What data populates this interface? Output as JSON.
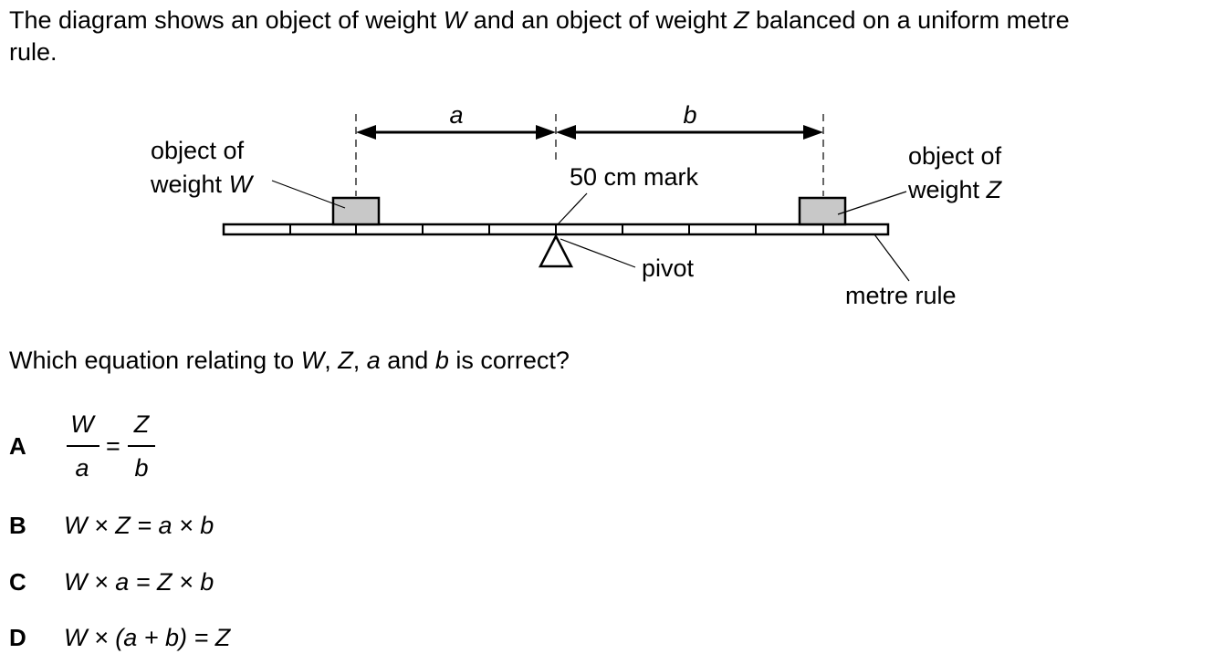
{
  "question": {
    "intro": {
      "part1": "The diagram shows an object of weight ",
      "w": "W",
      "part2": " and an object of weight ",
      "z": "Z",
      "part3": " balanced on a uniform metre",
      "line2": "rule."
    },
    "prompt": {
      "part1": "Which equation relating to ",
      "w": "W",
      "sep1": ", ",
      "z": "Z",
      "sep2": ", ",
      "a": "a",
      "mid": " and ",
      "b": "b",
      "end": " is correct?"
    }
  },
  "diagram": {
    "label_a": "a",
    "label_b": "b",
    "left_object_line1": "object of",
    "left_object_line2": "weight ",
    "left_object_var": "W",
    "right_object_line1": "object of",
    "right_object_line2": "weight ",
    "right_object_var": "Z",
    "mark_label": "50 cm mark",
    "pivot_label": "pivot",
    "rule_label": "metre rule",
    "object_fill": "#c8c8c8"
  },
  "options": [
    {
      "letter": "A",
      "num_left": "W",
      "den_left": "a",
      "equals": "=",
      "num_right": "Z",
      "den_right": "b"
    },
    {
      "letter": "B",
      "text": "W × Z = a × b"
    },
    {
      "letter": "C",
      "text": "W × a = Z × b"
    },
    {
      "letter": "D",
      "text": "W × (a + b) = Z"
    }
  ]
}
